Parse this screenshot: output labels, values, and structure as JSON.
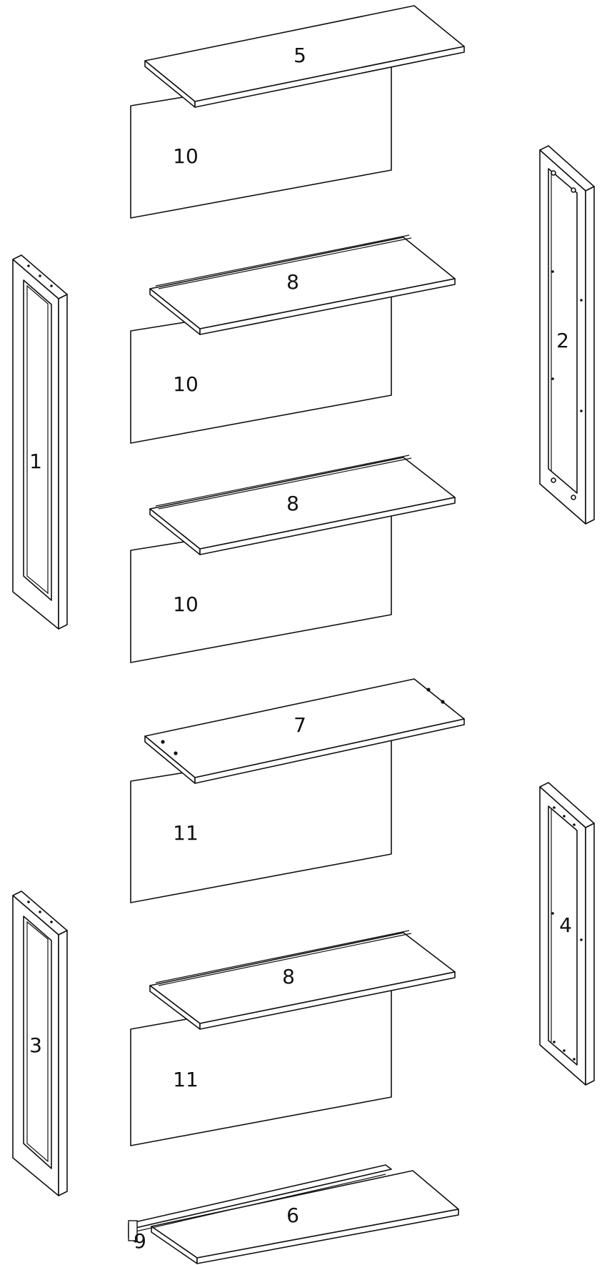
{
  "parts": [
    {
      "id": "panel-1",
      "label": "1"
    },
    {
      "id": "panel-2",
      "label": "2"
    },
    {
      "id": "panel-3",
      "label": "3"
    },
    {
      "id": "panel-4",
      "label": "4"
    },
    {
      "id": "top-shelf-5",
      "label": "5"
    },
    {
      "id": "bottom-shelf-6",
      "label": "6"
    },
    {
      "id": "middle-shelf-7",
      "label": "7"
    },
    {
      "id": "shelf-8a",
      "label": "8"
    },
    {
      "id": "shelf-8b",
      "label": "8"
    },
    {
      "id": "shelf-8c",
      "label": "8"
    },
    {
      "id": "rail-9",
      "label": "9"
    },
    {
      "id": "back-panel-10a",
      "label": "10"
    },
    {
      "id": "back-panel-10b",
      "label": "10"
    },
    {
      "id": "back-panel-10c",
      "label": "10"
    },
    {
      "id": "back-panel-11a",
      "label": "11"
    },
    {
      "id": "back-panel-11b",
      "label": "11"
    }
  ]
}
